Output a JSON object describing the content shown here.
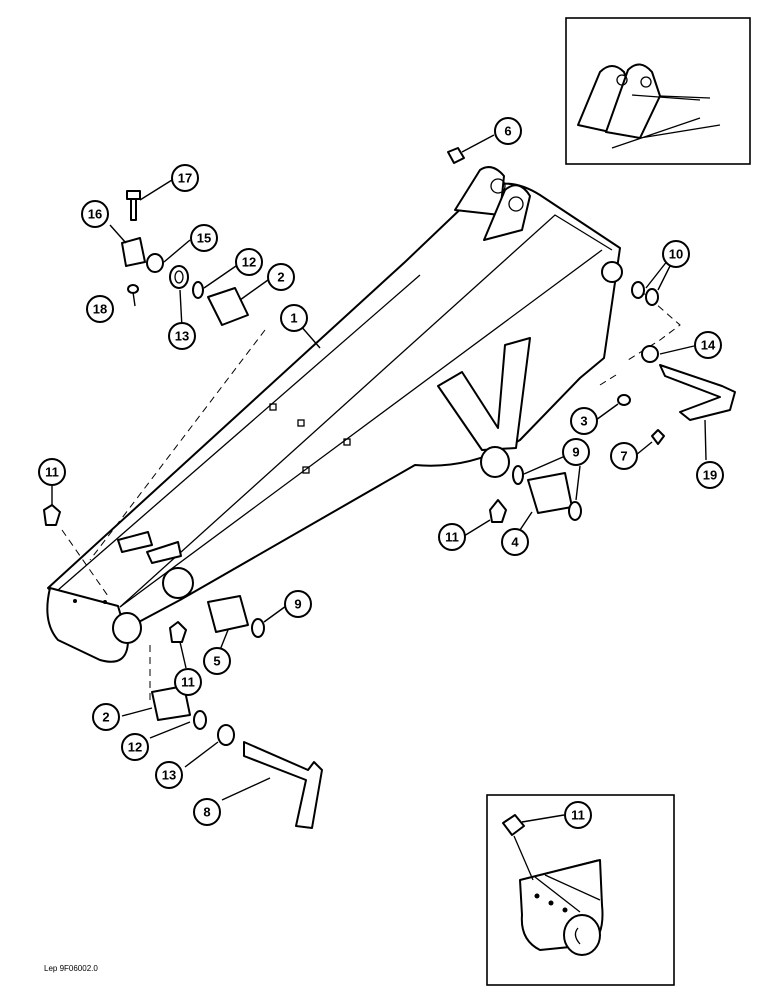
{
  "diagram": {
    "callouts": [
      {
        "id": "c6",
        "label": "6"
      },
      {
        "id": "c17",
        "label": "17"
      },
      {
        "id": "c16",
        "label": "16"
      },
      {
        "id": "c15",
        "label": "15"
      },
      {
        "id": "c12a",
        "label": "12"
      },
      {
        "id": "c2a",
        "label": "2"
      },
      {
        "id": "c18",
        "label": "18"
      },
      {
        "id": "c13a",
        "label": "13"
      },
      {
        "id": "c1",
        "label": "1"
      },
      {
        "id": "c10",
        "label": "10"
      },
      {
        "id": "c14",
        "label": "14"
      },
      {
        "id": "c3",
        "label": "3"
      },
      {
        "id": "c7",
        "label": "7"
      },
      {
        "id": "c19",
        "label": "19"
      },
      {
        "id": "c9a",
        "label": "9"
      },
      {
        "id": "c11a",
        "label": "11"
      },
      {
        "id": "c11b",
        "label": "11"
      },
      {
        "id": "c4",
        "label": "4"
      },
      {
        "id": "c9b",
        "label": "9"
      },
      {
        "id": "c5",
        "label": "5"
      },
      {
        "id": "c11c",
        "label": "11"
      },
      {
        "id": "c2b",
        "label": "2"
      },
      {
        "id": "c12b",
        "label": "12"
      },
      {
        "id": "c13b",
        "label": "13"
      },
      {
        "id": "c8",
        "label": "8"
      },
      {
        "id": "c11d",
        "label": "11"
      }
    ],
    "footer_reference": "Lep 9F06002.0"
  }
}
